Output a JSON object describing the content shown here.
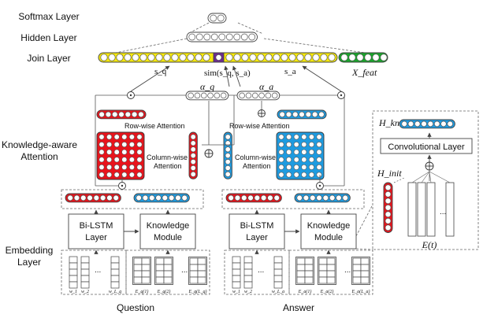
{
  "layers": {
    "softmax": "Softmax Layer",
    "hidden": "Hidden Layer",
    "join": "Join Layer",
    "knowledge_aware_1": "Knowledge-aware",
    "knowledge_aware_2": "Attention",
    "embedding_1": "Embedding",
    "embedding_2": "Layer"
  },
  "join": {
    "s_q": "s_q",
    "sim": "sim(s_q, s_a)",
    "s_a": "s_a",
    "x_feat": "X_feat"
  },
  "attention": {
    "alpha_q": "α_q",
    "alpha_a": "α_a",
    "row_wise_q": "Row-wise Attention",
    "row_wise_a": "Row-wise Attention",
    "col_wise_q_1": "Column-wise",
    "col_wise_q_2": "Attention",
    "col_wise_a_1": "Column-wise",
    "col_wise_a_2": "Attention"
  },
  "question": {
    "bilstm_1": "Bi-LSTM",
    "bilstm_2": "Layer",
    "knowledge_1": "Knowledge",
    "knowledge_2": "Module",
    "caption": "Question",
    "words": [
      "w_1",
      "w_2",
      "w_L_q"
    ],
    "entities": [
      "E_q(1)",
      "E_q(2)",
      "E_q(L_q)"
    ]
  },
  "answer": {
    "bilstm_1": "Bi-LSTM",
    "bilstm_2": "Layer",
    "knowledge_1": "Knowledge",
    "knowledge_2": "Module",
    "caption": "Answer",
    "words": [
      "w_1",
      "w_2",
      "w_L_a"
    ],
    "entities": [
      "E_a(1)",
      "E_a(2)",
      "E_a(L_a)"
    ]
  },
  "ellipsis": "...",
  "knowledge_module": {
    "h_know": "H_know",
    "conv_layer": "Convolutional Layer",
    "h_init": "H_init",
    "e_t": "E(t)"
  },
  "colors": {
    "red": "#e8141c",
    "blue": "#1e9be0",
    "yellow": "#f5e80c",
    "green": "#18a62a",
    "purple": "#6b2c91",
    "line": "#555555"
  }
}
